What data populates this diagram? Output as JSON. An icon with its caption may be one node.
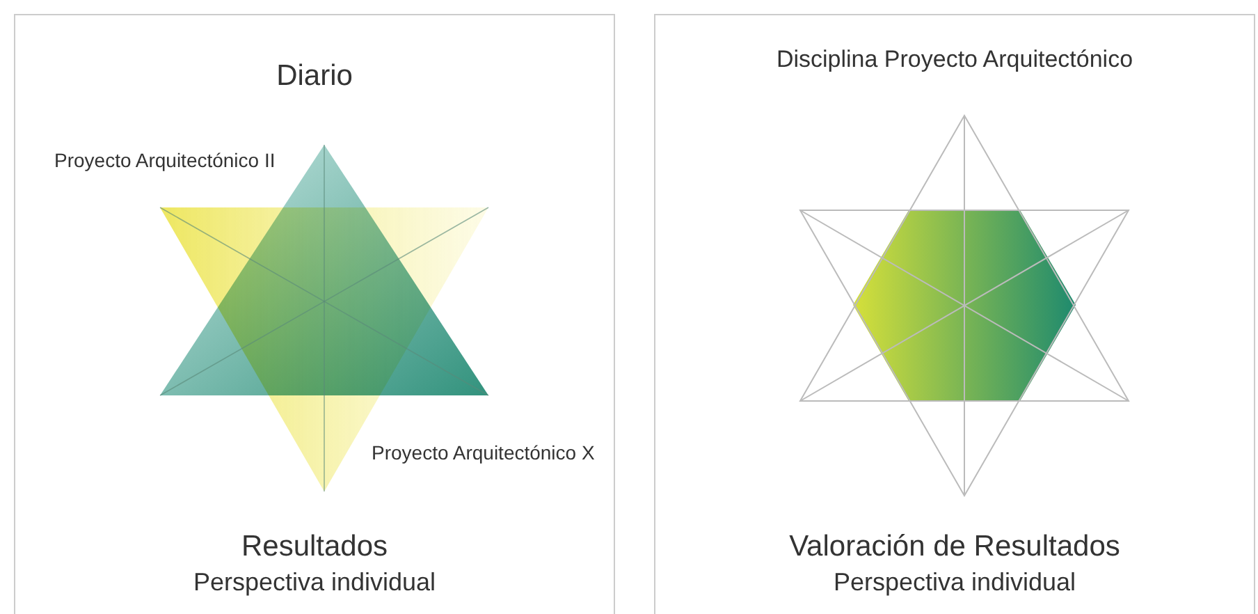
{
  "diagram": {
    "nodes": [
      {
        "text": [
          "Diario",
          "Proyecto Arquitectónico II",
          "Proyecto Arquitectónico X",
          "Resultados",
          "Perspectiva individual"
        ]
      },
      {
        "text": [
          "Disciplina Proyecto Arquitectónico",
          "Valoración de Resultados",
          "Perspectiva individual"
        ]
      }
    ]
  }
}
